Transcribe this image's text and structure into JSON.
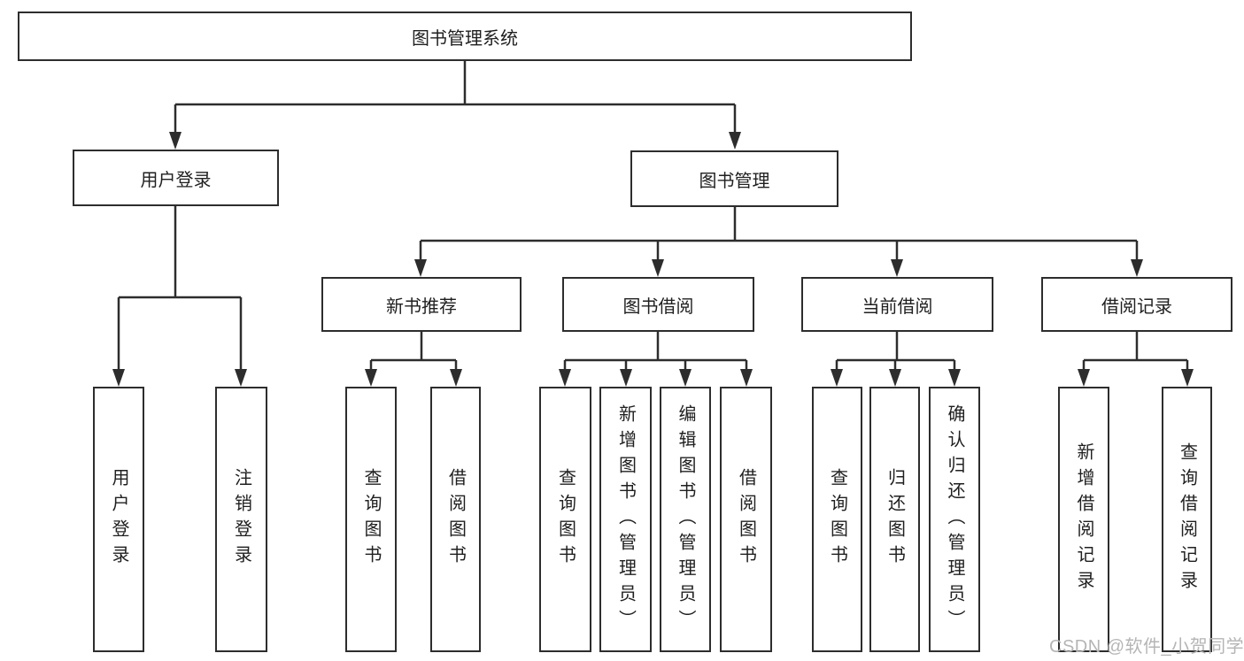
{
  "tree": {
    "root": {
      "label": "图书管理系统"
    },
    "branches": [
      {
        "label": "用户登录",
        "children": [
          {
            "label": "用户登录"
          },
          {
            "label": "注销登录"
          }
        ]
      },
      {
        "label": "图书管理",
        "children": [
          {
            "label": "新书推荐",
            "children": [
              {
                "label": "查询图书"
              },
              {
                "label": "借阅图书"
              }
            ]
          },
          {
            "label": "图书借阅",
            "children": [
              {
                "label": "查询图书"
              },
              {
                "label": "新增图书（管理员）"
              },
              {
                "label": "编辑图书（管理员）"
              },
              {
                "label": "借阅图书"
              }
            ]
          },
          {
            "label": "当前借阅",
            "children": [
              {
                "label": "查询图书"
              },
              {
                "label": "归还图书"
              },
              {
                "label": "确认归还（管理员）"
              }
            ]
          },
          {
            "label": "借阅记录",
            "children": [
              {
                "label": "新增借阅记录"
              },
              {
                "label": "查询借阅记录"
              }
            ]
          }
        ]
      }
    ]
  },
  "watermark": {
    "text": "CSDN @软件_小贺同学"
  },
  "colors": {
    "line": "#2d2d2d",
    "text": "#1f1f1f",
    "watermark": "#b5b5b5",
    "background": "#ffffff"
  }
}
